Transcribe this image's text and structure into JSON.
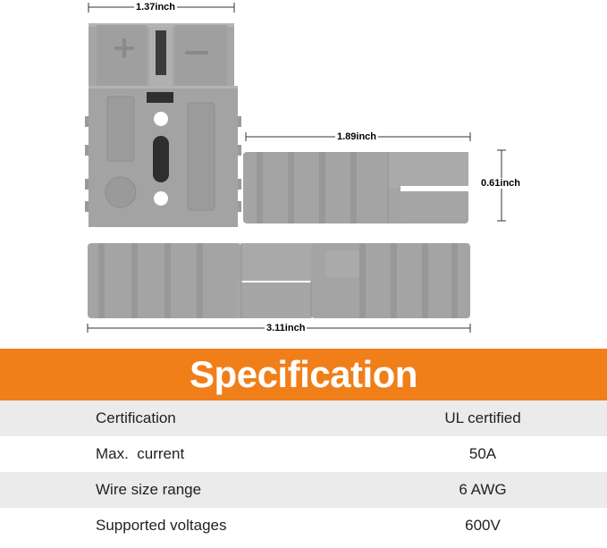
{
  "dimensions": {
    "width_top": "1.37inch",
    "length_side": "1.89inch",
    "height_side": "0.61inch",
    "length_assembled": "3.11inch"
  },
  "icons": [
    "plus-icon",
    "minus-icon"
  ],
  "colors": {
    "banner": "#f07f1a",
    "connector_body": "#a3a3a3",
    "row_shade": "#ebebeb"
  },
  "banner": {
    "title": "Specification"
  },
  "spec": {
    "rows": [
      {
        "label": "Certification",
        "value": "UL certified"
      },
      {
        "label": "Max.  current",
        "value": "50A"
      },
      {
        "label": "Wire size range",
        "value": "6 AWG"
      },
      {
        "label": "Supported voltages",
        "value": "600V"
      }
    ]
  }
}
